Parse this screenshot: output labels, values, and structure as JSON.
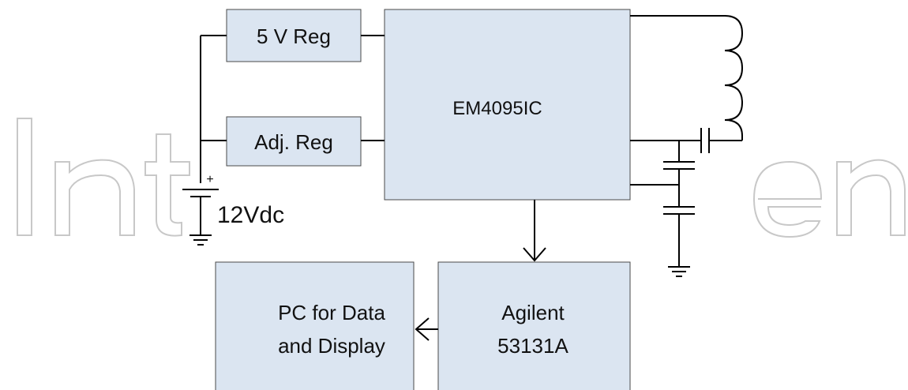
{
  "watermark": {
    "text": "IntechOpen"
  },
  "blocks": {
    "reg5v": {
      "label": "5 V Reg"
    },
    "adj_reg": {
      "label": "Adj. Reg"
    },
    "ic": {
      "label": "EM4095IC"
    },
    "counter": {
      "line1": "Agilent",
      "line2": "53131A"
    },
    "pc": {
      "line1": "PC for Data",
      "line2": "and Display"
    }
  },
  "battery": {
    "label": "12Vdc",
    "polarity": "+"
  },
  "colors": {
    "block_fill": "#dbe5f1",
    "block_stroke": "#4a4a4a",
    "wire": "#000000",
    "text": "#111111"
  }
}
